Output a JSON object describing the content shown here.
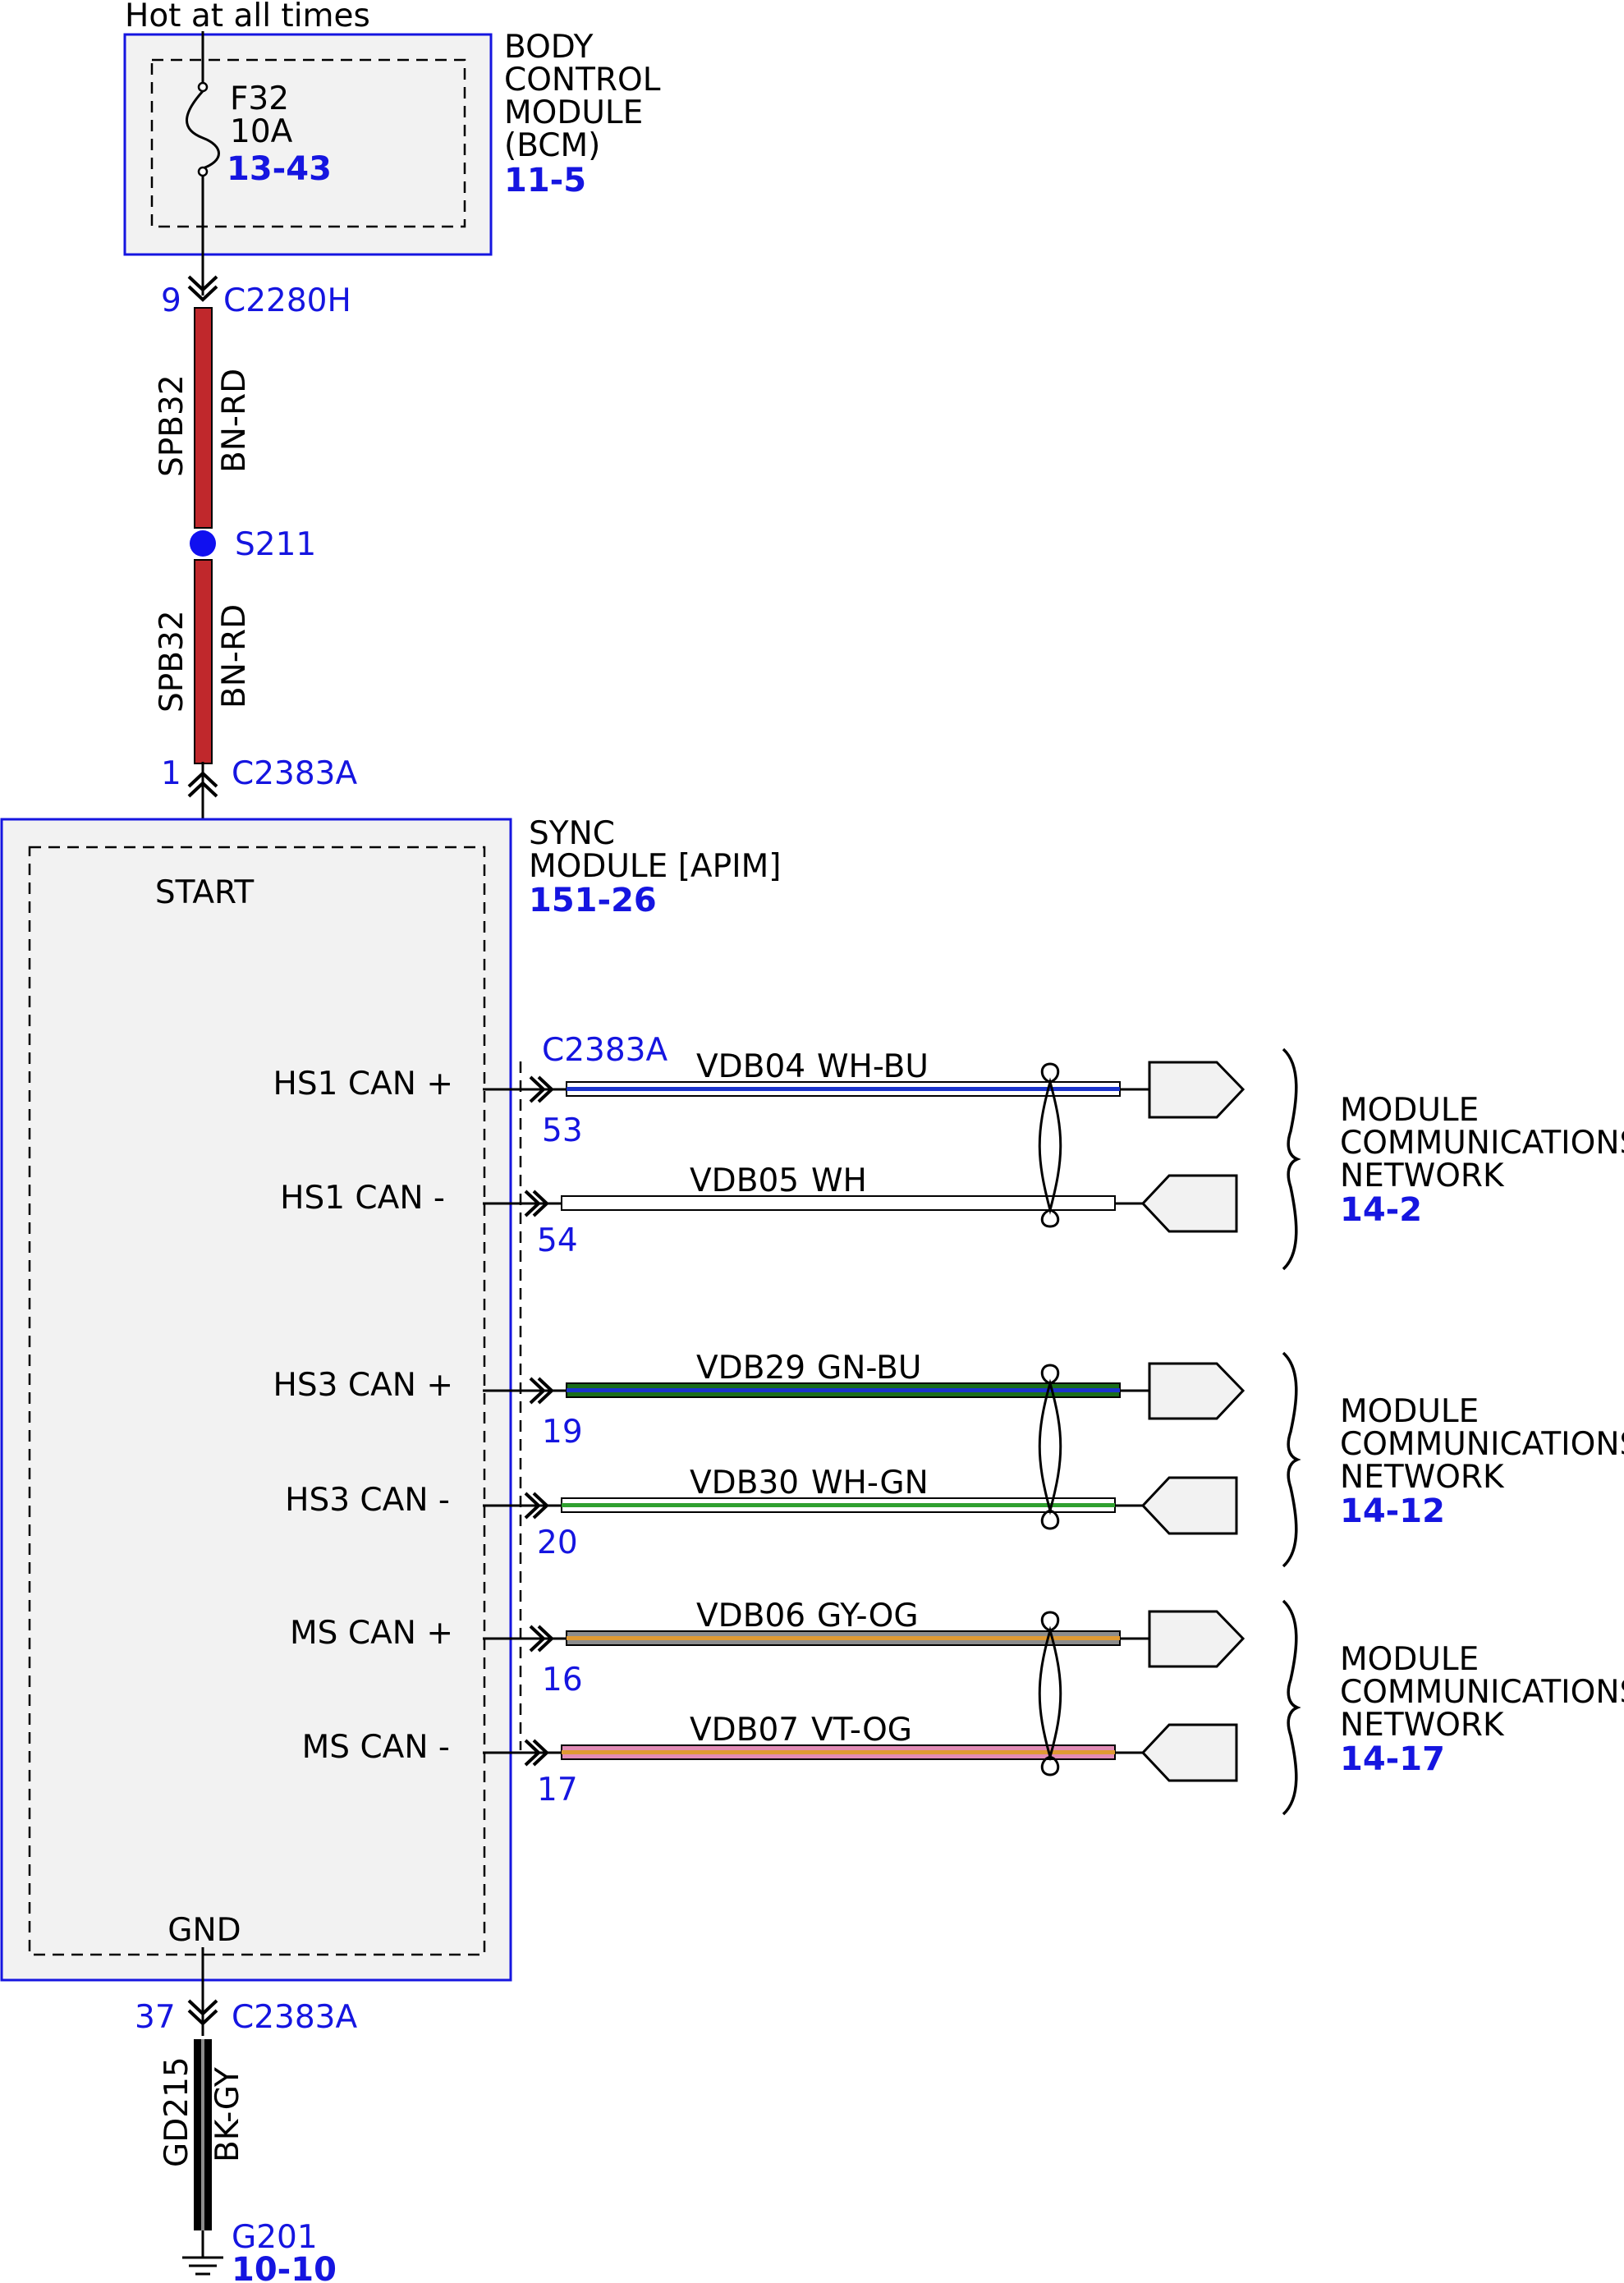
{
  "colors": {
    "module_border": "#1515e0",
    "module_fill": "#f2f2f2",
    "blue_text": "#1515e0",
    "wire_bn_rd": "#c0282c",
    "splice": "#1010f0",
    "wire_gn": "#1b6e1b",
    "wire_gn_stripe": "#1a33cc",
    "wire_gy": "#8c8c8c",
    "wire_og": "#e09a32",
    "wire_vt": "#e28cb6",
    "wire_wh_bu_stripe": "#1a33cc",
    "wire_wh_gn_stripe": "#2fa02f",
    "ground_wire": "#000000"
  },
  "power": {
    "label": "Hot at all times"
  },
  "bcm": {
    "name_lines": [
      "BODY",
      "CONTROL",
      "MODULE",
      "(BCM)"
    ],
    "ref": "11-5",
    "fuse": {
      "id": "F32",
      "rating": "10A",
      "ref": "13-43"
    }
  },
  "connector_top": {
    "pin": "9",
    "id": "C2280H"
  },
  "wire_upper": {
    "circuit": "SPB32",
    "color": "BN-RD"
  },
  "splice": {
    "id": "S211"
  },
  "wire_lower": {
    "circuit": "SPB32",
    "color": "BN-RD"
  },
  "connector_apim_in": {
    "pin": "1",
    "id": "C2383A"
  },
  "apim": {
    "name_lines": [
      "SYNC",
      "MODULE [APIM]"
    ],
    "ref": "151-26",
    "start_label": "START",
    "gnd_label": "GND",
    "can_connector": "C2383A"
  },
  "can_lines": [
    {
      "label": "HS1 CAN +",
      "pin": "53",
      "circuit": "VDB04",
      "color": "WH-BU"
    },
    {
      "label": "HS1 CAN -",
      "pin": "54",
      "circuit": "VDB05",
      "color": "WH"
    },
    {
      "label": "HS3 CAN +",
      "pin": "19",
      "circuit": "VDB29",
      "color": "GN-BU"
    },
    {
      "label": "HS3 CAN -",
      "pin": "20",
      "circuit": "VDB30",
      "color": "WH-GN"
    },
    {
      "label": "MS CAN +",
      "pin": "16",
      "circuit": "VDB06",
      "color": "GY-OG"
    },
    {
      "label": "MS CAN -",
      "pin": "17",
      "circuit": "VDB07",
      "color": "VT-OG"
    }
  ],
  "networks": [
    {
      "lines": [
        "MODULE",
        "COMMUNICATIONS",
        "NETWORK"
      ],
      "ref": "14-2"
    },
    {
      "lines": [
        "MODULE",
        "COMMUNICATIONS",
        "NETWORK"
      ],
      "ref": "14-12"
    },
    {
      "lines": [
        "MODULE",
        "COMMUNICATIONS",
        "NETWORK"
      ],
      "ref": "14-17"
    }
  ],
  "connector_gnd": {
    "pin": "37",
    "id": "C2383A"
  },
  "ground_wire": {
    "circuit": "GD215",
    "color": "BK-GY"
  },
  "ground": {
    "id": "G201",
    "ref": "10-10"
  }
}
